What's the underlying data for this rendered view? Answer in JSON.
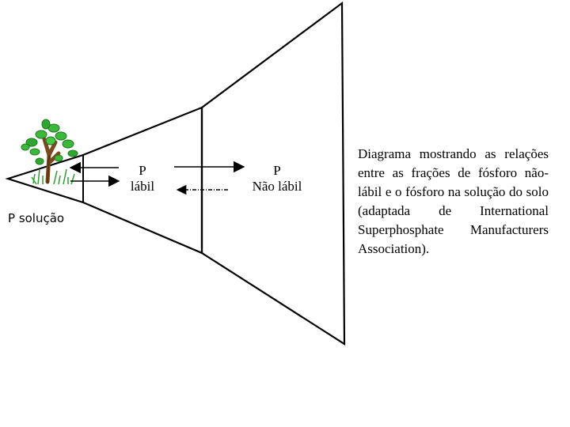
{
  "labels": {
    "p_solucao": "P solução",
    "p_labil_line1": "P",
    "p_labil_line2": "lábil",
    "p_nao_labil_line1": "P",
    "p_nao_labil_line2": "Não lábil"
  },
  "caption": "Diagrama mostrando as relações entre as frações de fósforo não-lábil e o fósforo na solução do solo (adaptada de International Superphosphate Manufacturers Association).",
  "colors": {
    "line": "#000000",
    "foliage": "#3cb83c",
    "foliage_dark": "#1f7a1f",
    "trunk": "#7a4a1e",
    "grass": "#2f9e2f"
  }
}
